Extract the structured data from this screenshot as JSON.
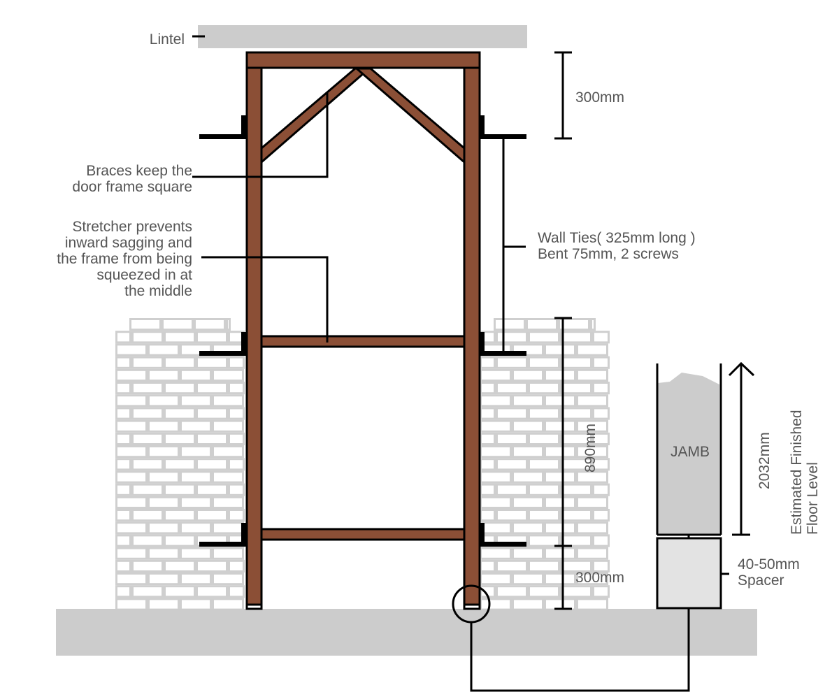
{
  "colors": {
    "timber": "#8B4F36",
    "lintel": "#cccccc",
    "floor": "#cccccc",
    "brick_line": "#cfcfcf",
    "jamb": "#cccccc",
    "spacer": "#e3e3e3",
    "text": "#555555"
  },
  "labels": {
    "lintel": "Lintel",
    "braces": [
      "Braces keep the",
      "door frame square"
    ],
    "stretcher": [
      "Stretcher prevents",
      "inward sagging and",
      "the frame from being",
      "squeezed in at",
      "the middle"
    ],
    "wall_ties": [
      "Wall Ties( 325mm long )",
      "Bent 75mm, 2 screws"
    ],
    "dim_top": "300mm",
    "dim_890": "890mm",
    "dim_bottom": "300mm",
    "jamb": "JAMB",
    "dim_2032": "2032mm",
    "finished_floor": [
      "Estimated Finished",
      "Floor Level"
    ],
    "spacer": [
      "40-50mm",
      "Spacer"
    ]
  }
}
